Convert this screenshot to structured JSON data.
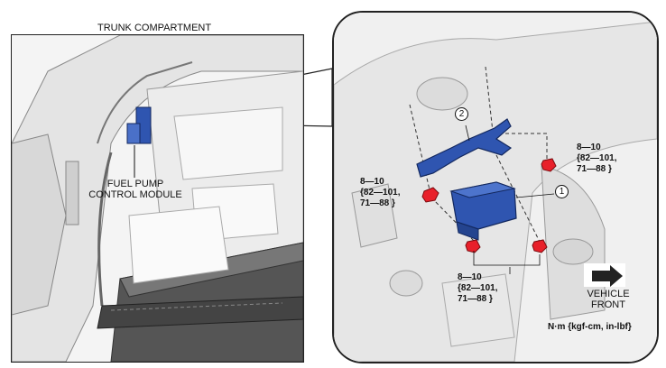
{
  "title": "TRUNK COMPARTMENT",
  "module_label": {
    "line1": "FUEL PUMP",
    "line2": "CONTROL MODULE"
  },
  "callouts": {
    "one": "1",
    "two": "2"
  },
  "torque_right": {
    "line1": "8—10",
    "line2": "{82—101,",
    "line3": "71—88 }"
  },
  "torque_left": {
    "line1": "8—10",
    "line2": "{82—101,",
    "line3": "71—88 }"
  },
  "torque_bottom": {
    "line1": "8—10",
    "line2": "{82—101,",
    "line3": "71—88 }"
  },
  "front_label": {
    "line1": "VEHICLE",
    "line2": "FRONT"
  },
  "units": "N·m {kgf-cm, in-lbf}",
  "colors": {
    "module_blue": "#2f55b0",
    "bolt_red": "#e8202a",
    "outline": "#222222"
  }
}
